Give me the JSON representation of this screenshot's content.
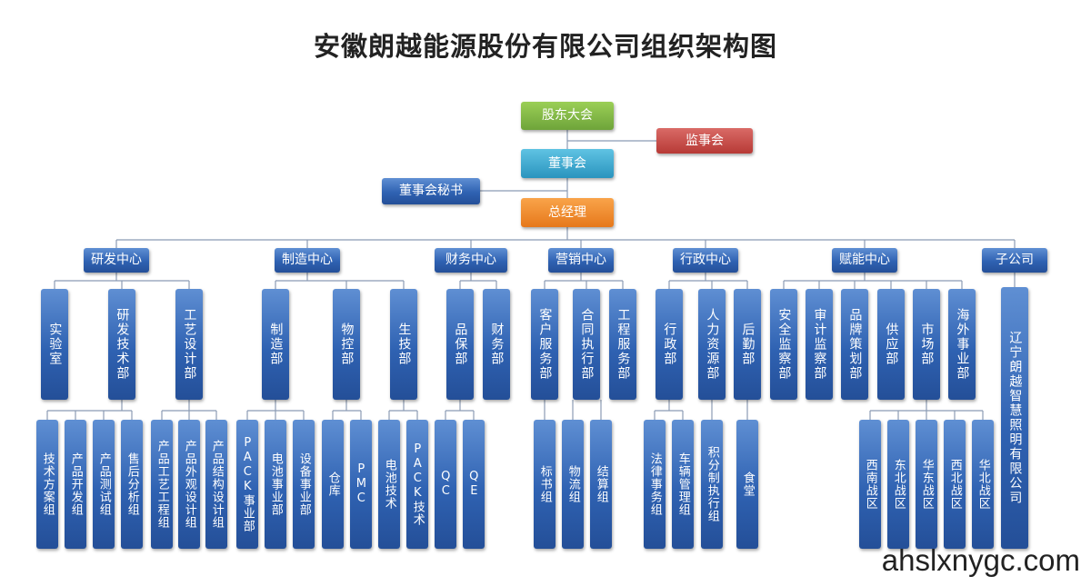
{
  "title": "安徽朗越能源股份有限公司组织架构图",
  "watermark": "ahslxnygc.com",
  "top": {
    "shareholders": "股东大会",
    "supervisors": "监事会",
    "board": "董事会",
    "board_secretary": "董事会秘书",
    "gm": "总经理"
  },
  "centers": [
    {
      "name": "研发中心",
      "departments": [
        {
          "name": "实验室",
          "groups": []
        },
        {
          "name": "研发技术部",
          "groups": [
            "技术方案组",
            "产品开发组",
            "产品测试组",
            "售后分析组"
          ]
        },
        {
          "name": "工艺设计部",
          "groups": [
            "产品工艺工程组",
            "产品外观设计组",
            "产品结构设计组"
          ]
        }
      ]
    },
    {
      "name": "制造中心",
      "departments": [
        {
          "name": "制造部",
          "groups": [
            "PACK事业部",
            "电池事业部",
            "设备事业部"
          ]
        },
        {
          "name": "物控部",
          "groups": [
            "仓库",
            "PMC"
          ]
        },
        {
          "name": "生技部",
          "groups": [
            "电池技术",
            "PACK技术"
          ]
        }
      ]
    },
    {
      "name": "财务中心",
      "departments": [
        {
          "name": "品保部",
          "groups": [
            "QC",
            "QE"
          ]
        },
        {
          "name": "财务部",
          "groups": []
        }
      ]
    },
    {
      "name": "营销中心",
      "departments": [
        {
          "name": "客户服务部",
          "groups": [
            "标书组"
          ]
        },
        {
          "name": "合同执行部",
          "groups": [
            "物流组"
          ]
        },
        {
          "name": "工程服务部",
          "groups": [
            "结算组"
          ]
        }
      ]
    },
    {
      "name": "行政中心",
      "departments": [
        {
          "name": "行政部",
          "groups": [
            "法律事务组",
            "车辆管理组"
          ]
        },
        {
          "name": "人力资源部",
          "groups": [
            "积分制执行组"
          ]
        },
        {
          "name": "后勤部",
          "groups": [
            "食堂"
          ]
        }
      ]
    },
    {
      "name": "赋能中心",
      "departments": [
        {
          "name": "安全监察部",
          "groups": []
        },
        {
          "name": "审计监察部",
          "groups": []
        },
        {
          "name": "品牌策划部",
          "groups": []
        },
        {
          "name": "供应部",
          "groups": []
        },
        {
          "name": "市场部",
          "groups": [
            "西南战区",
            "东北战区",
            "华东战区",
            "西北战区",
            "华北战区"
          ]
        },
        {
          "name": "海外事业部",
          "groups": []
        }
      ]
    },
    {
      "name": "子公司",
      "departments": [
        {
          "name": "辽宁朗越智慧照明有限公司",
          "groups": []
        }
      ]
    }
  ]
}
